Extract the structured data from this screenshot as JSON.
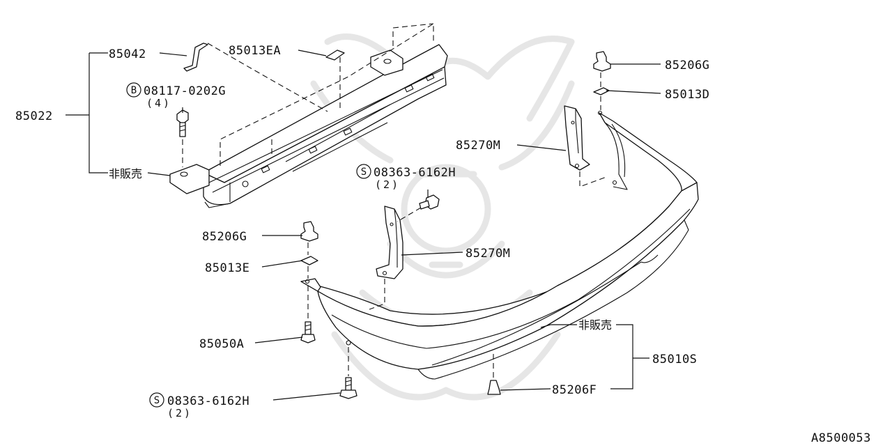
{
  "diagram": {
    "code": "A8500053",
    "labels": {
      "p85042": "85042",
      "p85013EA": "85013EA",
      "p85022": "85022",
      "bolt_symbol": "B",
      "bolt": "08117-0202G",
      "bolt_qty": "(4)",
      "not_sold_1": "非販売",
      "p85270M_1": "85270M",
      "screw_symbol_1": "S",
      "screw_1": "08363-6162H",
      "screw_qty_1": "(2)",
      "p85206G_1": "85206G",
      "p85013D": "85013D",
      "p85206G_2": "85206G",
      "p85013E": "85013E",
      "p85270M_2": "85270M",
      "p85050A": "85050A",
      "not_sold_2": "非販売",
      "p85010S": "85010S",
      "screw_symbol_2": "S",
      "screw_2": "08363-6162H",
      "screw_qty_2": "(2)",
      "p85206F": "85206F"
    }
  }
}
